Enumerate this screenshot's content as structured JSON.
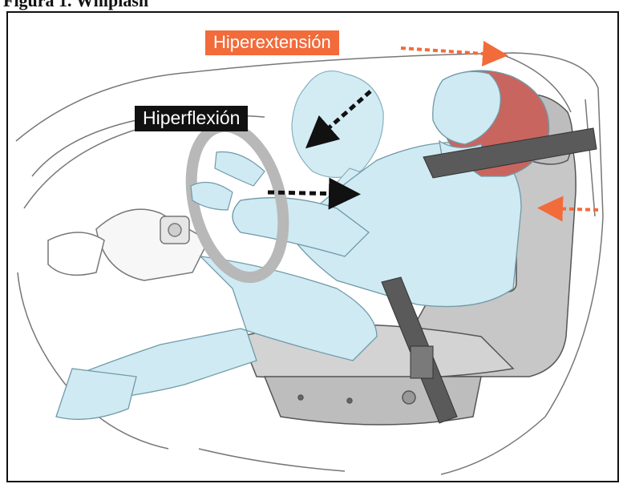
{
  "heading": "Figura 1. Whiplash",
  "labels": {
    "hyperextension": "Hiperextensión",
    "hyperflexion": "Hiperflexión"
  },
  "colors": {
    "hyperextension_label_bg": "#f26b3a",
    "hyperextension_arrow": "#f26b3a",
    "hyperflexion_label_bg": "#111111",
    "hyperflexion_arrow": "#111111",
    "occupant_clothing": "#cfeaf3",
    "hair": "#c9655f",
    "seat": "#bdbdbd",
    "belt": "#555555"
  },
  "icons": {
    "hyperextension_arrow": "dashed-arrow-right-icon",
    "hyperflexion_arrow": "dashed-arrow-down-left-icon",
    "rear_impact_arrow": "dashed-arrow-left-icon"
  }
}
